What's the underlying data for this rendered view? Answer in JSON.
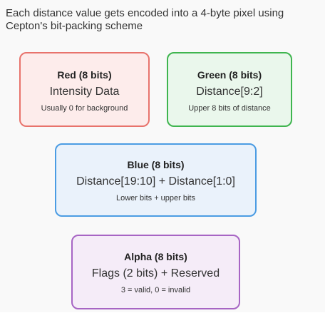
{
  "intro_text": "Each distance value gets encoded into a 4-byte pixel using Cepton's bit-packing scheme",
  "channels": {
    "red": {
      "title": "Red (8 bits)",
      "main": "Intensity Data",
      "sub": "Usually 0 for background",
      "border_color": "#e8736c",
      "fill_color": "#fdeceb"
    },
    "green": {
      "title": "Green (8 bits)",
      "main": "Distance[9:2]",
      "sub": "Upper 8 bits of distance",
      "border_color": "#3fb54f",
      "fill_color": "#eaf7ec"
    },
    "blue": {
      "title": "Blue (8 bits)",
      "main": "Distance[19:10] + Distance[1:0]",
      "sub": "Lower bits + upper bits",
      "border_color": "#4b9ce3",
      "fill_color": "#eaf2fb"
    },
    "alpha": {
      "title": "Alpha (8 bits)",
      "main": "Flags (2 bits) + Reserved",
      "sub": "3 = valid, 0 = invalid",
      "border_color": "#a765c4",
      "fill_color": "#f5ecf8"
    }
  }
}
